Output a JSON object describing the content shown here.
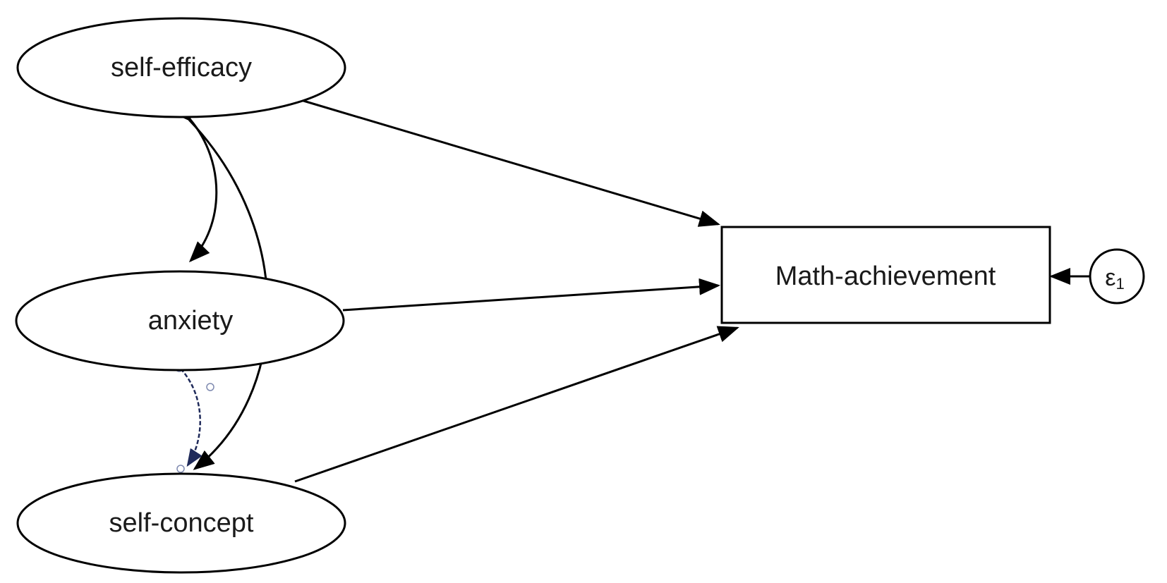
{
  "nodes": {
    "self_efficacy": {
      "label": "self-efficacy",
      "shape": "ellipse"
    },
    "anxiety": {
      "label": "anxiety",
      "shape": "ellipse"
    },
    "self_concept": {
      "label": "self-concept",
      "shape": "ellipse"
    },
    "math_achievement": {
      "label": "Math-achievement",
      "shape": "rectangle"
    },
    "error_term": {
      "symbol": "ε",
      "subscript": "1",
      "shape": "circle"
    }
  },
  "edges": [
    {
      "from": "self-efficacy",
      "to": "Math-achievement",
      "kind": "directed"
    },
    {
      "from": "anxiety",
      "to": "Math-achievement",
      "kind": "directed"
    },
    {
      "from": "self-concept",
      "to": "Math-achievement",
      "kind": "directed"
    },
    {
      "from": "ε1",
      "to": "Math-achievement",
      "kind": "directed"
    },
    {
      "from": "self-efficacy",
      "to": "anxiety",
      "kind": "covariance"
    },
    {
      "from": "self-efficacy",
      "to": "self-concept",
      "kind": "covariance"
    },
    {
      "from": "anxiety",
      "to": "self-concept",
      "kind": "covariance",
      "state": "selected"
    }
  ],
  "colors": {
    "stroke": "#000000",
    "text": "#1a1a1a",
    "selected": "#1f2a5a",
    "handle": "#7f8ab0",
    "background": "#ffffff"
  }
}
